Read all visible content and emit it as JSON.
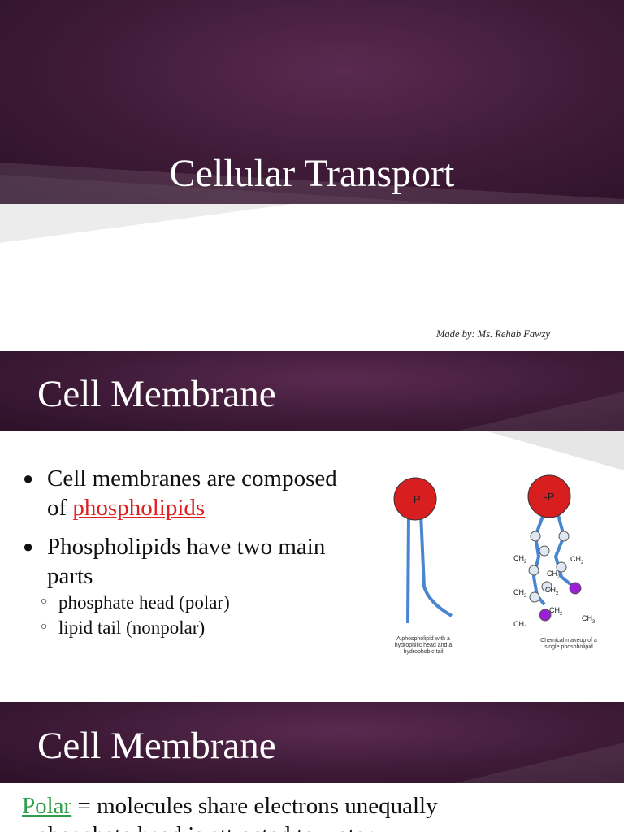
{
  "slide1": {
    "title": "Cellular Transport",
    "credit": "Made by: Ms. Rehab Fawzy"
  },
  "slide2": {
    "title": "Cell Membrane",
    "bullet1_text": "Cell membranes are composed",
    "bullet1_of": "of",
    "bullet1_link": "phospholipids",
    "bullet2_line1": "Phospholipids have two main",
    "bullet2_line2": "parts",
    "sub1": "phosphate head (polar)",
    "sub2": "lipid tail (nonpolar)",
    "figure": {
      "head_label": "-P",
      "caption_left": [
        "A phospholipid with a",
        "hydrophilic head and a",
        "hydrophobic tail"
      ],
      "caption_right": [
        "Chemical makeup of a",
        "single phospholipid"
      ],
      "ch2": "CH",
      "ch3": "CH",
      "sub_2": "2",
      "sub_3": "3"
    }
  },
  "slide3": {
    "title": "Cell Membrane",
    "polar_word": "Polar",
    "polar_def": " = molecules share electrons unequally",
    "next_line": "• phosphate head is attracted to water"
  },
  "colors": {
    "banner": "#3e1a37",
    "link_red": "#e02020",
    "link_green": "#2e9e4a",
    "head_red": "#d81e1e",
    "tail_blue": "#4a86d0",
    "terminal_purple": "#9b1fd6"
  }
}
